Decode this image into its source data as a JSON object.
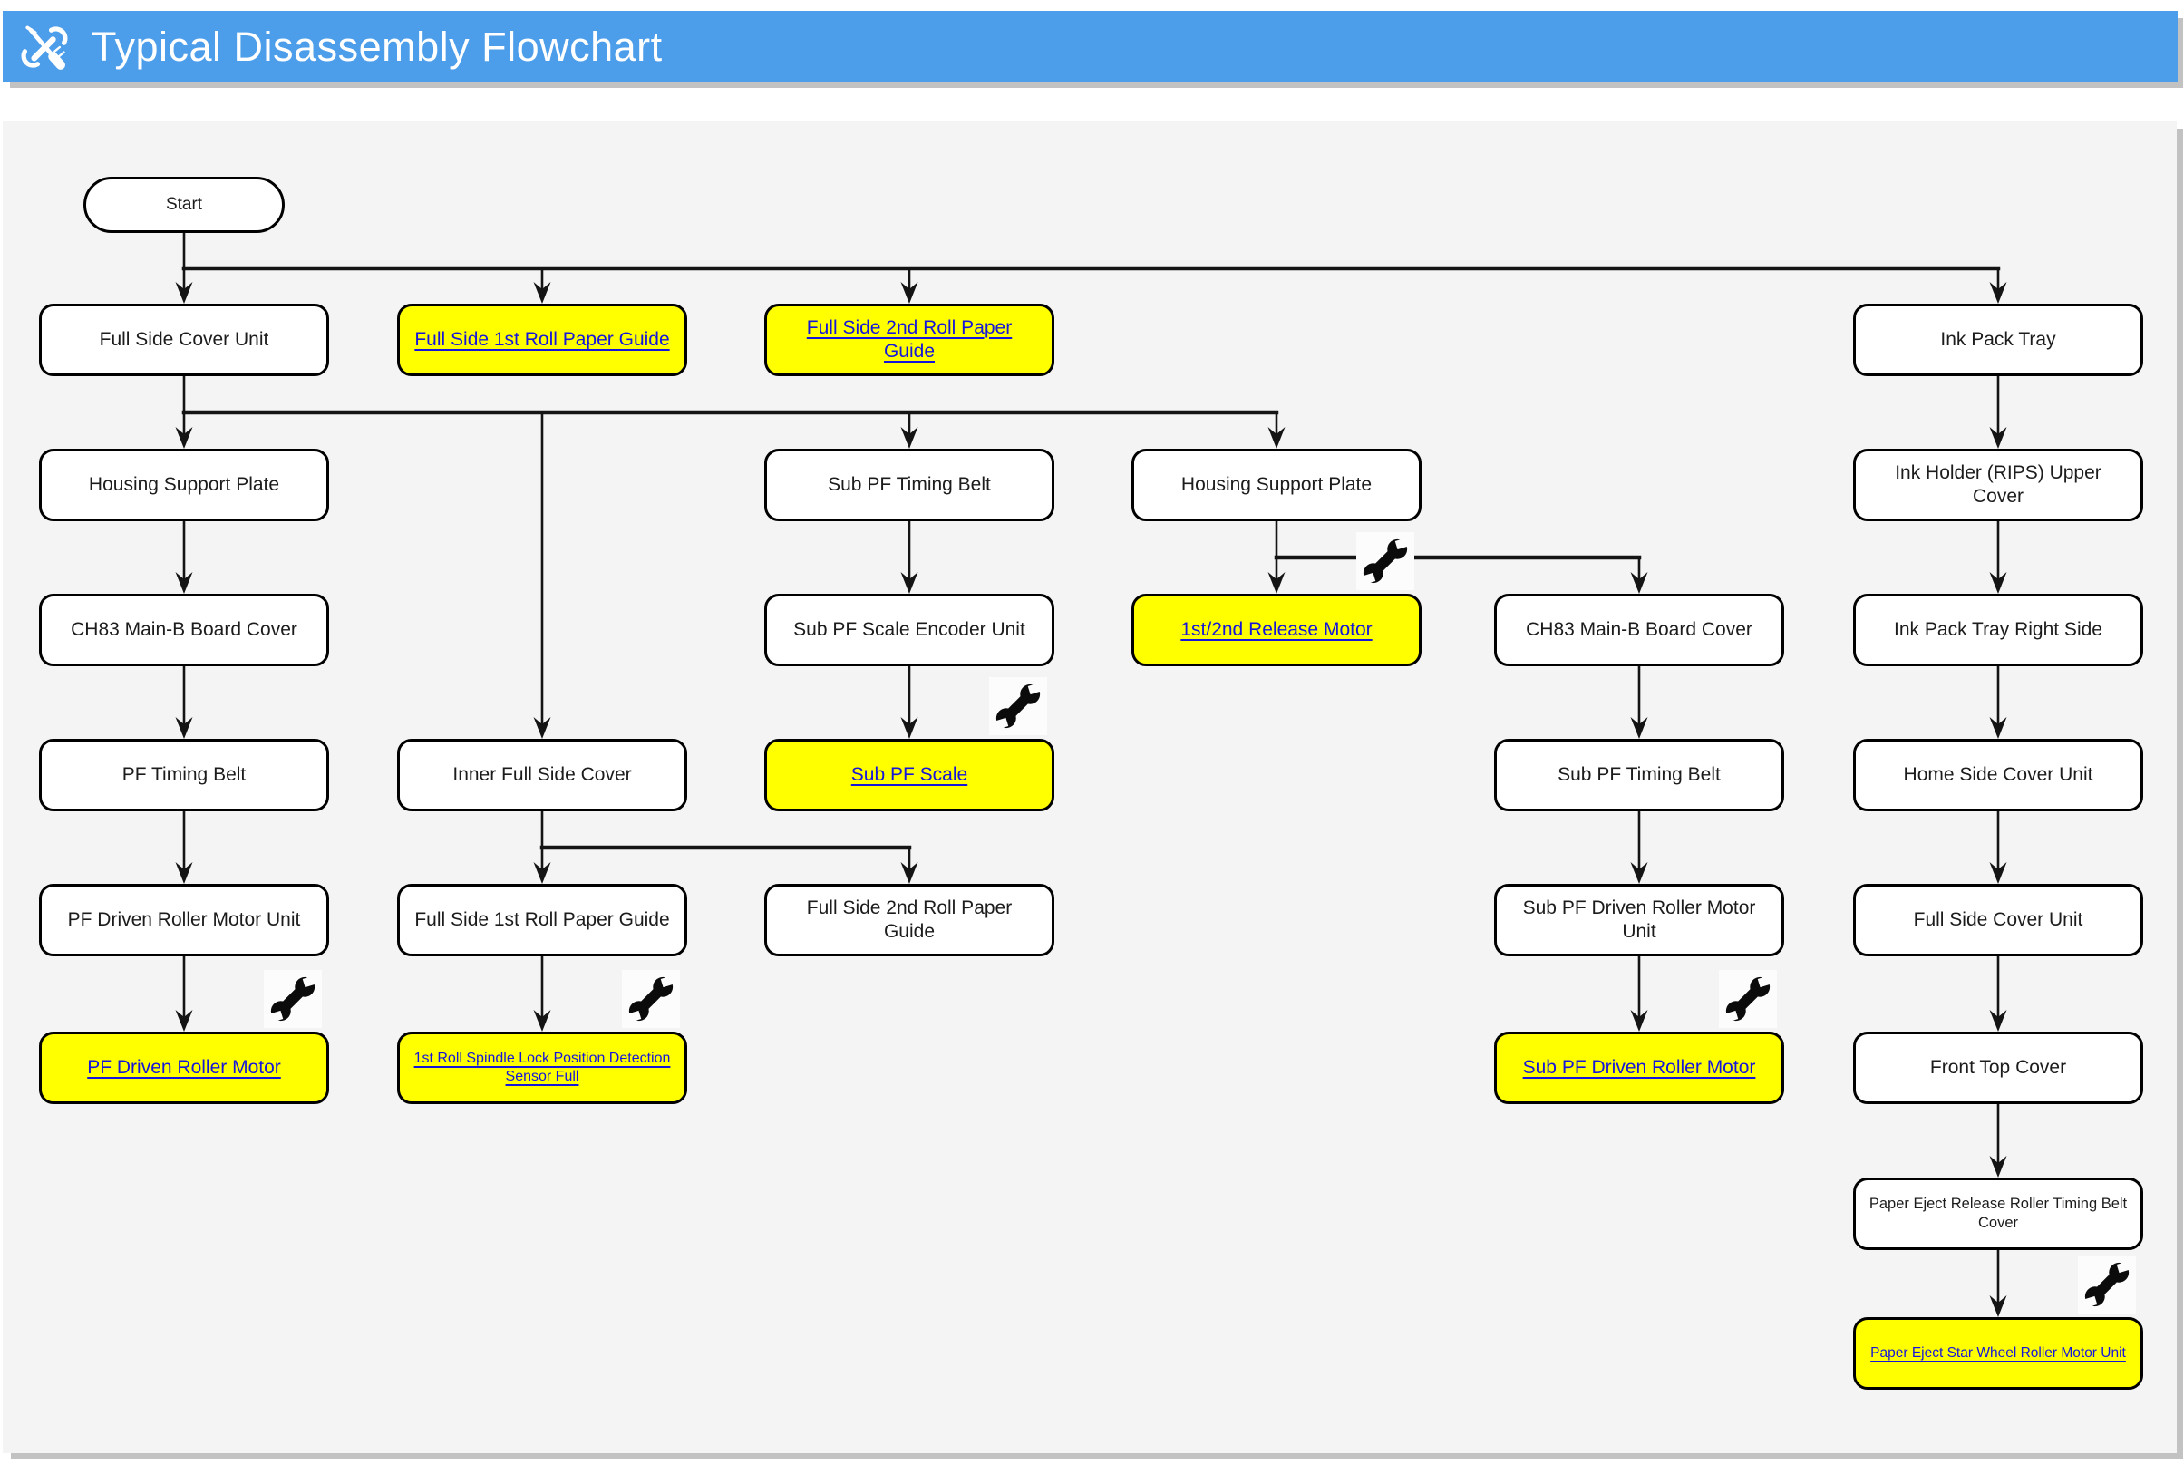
{
  "header": {
    "title": "Typical Disassembly Flowchart",
    "icon": "tools-icon"
  },
  "colors": {
    "header_bg": "#4d9eea",
    "canvas_bg": "#f5f4f4",
    "node_bg": "#ffffff",
    "highlight_bg": "#ffff00",
    "link_text": "#1616db",
    "node_border": "#000000",
    "line": "#141414",
    "shadow": "#c2c2c2"
  },
  "flowchart": {
    "nodes": [
      {
        "id": "start",
        "label": "Start",
        "col": "c1",
        "row": "start",
        "style": "start"
      },
      {
        "id": "full-side-cover-unit",
        "label": "Full Side Cover Unit",
        "col": "c1",
        "row": "r1",
        "style": "normal"
      },
      {
        "id": "full-side-1st-roll-paper-guide-link",
        "label": "Full Side 1st Roll Paper Guide",
        "col": "c2",
        "row": "r1",
        "style": "highlight"
      },
      {
        "id": "full-side-2nd-roll-paper-guide-link",
        "label": "Full Side 2nd Roll Paper Guide",
        "col": "c3",
        "row": "r1",
        "style": "highlight"
      },
      {
        "id": "ink-pack-tray",
        "label": "Ink Pack Tray",
        "col": "c5",
        "row": "r1",
        "style": "normal"
      },
      {
        "id": "housing-support-plate-1",
        "label": "Housing Support Plate",
        "col": "c1",
        "row": "r2",
        "style": "normal"
      },
      {
        "id": "sub-pf-timing-belt-1",
        "label": "Sub PF Timing Belt",
        "col": "c3",
        "row": "r2",
        "style": "normal"
      },
      {
        "id": "housing-support-plate-2",
        "label": "Housing Support Plate",
        "col": "c4",
        "row": "r2",
        "style": "normal"
      },
      {
        "id": "ink-holder-rips-upper-cover",
        "label": "Ink Holder (RIPS) Upper Cover",
        "col": "c5",
        "row": "r2",
        "style": "normal"
      },
      {
        "id": "ch83-main-b-board-cover-1",
        "label": "CH83 Main-B Board Cover",
        "col": "c1",
        "row": "r3",
        "style": "normal"
      },
      {
        "id": "sub-pf-scale-encoder-unit",
        "label": "Sub PF Scale Encoder Unit",
        "col": "c3",
        "row": "r3",
        "style": "normal"
      },
      {
        "id": "1st-2nd-release-motor",
        "label": "1st/2nd Release Motor",
        "col": "c4",
        "row": "r3",
        "style": "highlight",
        "wrench": true
      },
      {
        "id": "ch83-main-b-board-cover-2",
        "label": "CH83 Main-B Board Cover",
        "col": "c4b",
        "row": "r3",
        "style": "normal"
      },
      {
        "id": "ink-pack-tray-right-side",
        "label": "Ink Pack Tray Right Side",
        "col": "c5",
        "row": "r3",
        "style": "normal"
      },
      {
        "id": "pf-timing-belt",
        "label": "PF Timing Belt",
        "col": "c1",
        "row": "r4",
        "style": "normal"
      },
      {
        "id": "inner-full-side-cover",
        "label": "Inner Full Side Cover",
        "col": "c2",
        "row": "r4",
        "style": "normal"
      },
      {
        "id": "sub-pf-scale",
        "label": "Sub PF Scale",
        "col": "c3",
        "row": "r4",
        "style": "highlight",
        "wrench": true
      },
      {
        "id": "sub-pf-timing-belt-2",
        "label": "Sub PF Timing Belt",
        "col": "c4b",
        "row": "r4",
        "style": "normal"
      },
      {
        "id": "home-side-cover-unit",
        "label": "Home Side Cover Unit",
        "col": "c5",
        "row": "r4",
        "style": "normal"
      },
      {
        "id": "pf-driven-roller-motor-unit",
        "label": "PF Driven Roller Motor Unit",
        "col": "c1",
        "row": "r5",
        "style": "normal"
      },
      {
        "id": "full-side-1st-roll-paper-guide",
        "label": "Full Side 1st Roll Paper Guide",
        "col": "c2",
        "row": "r5",
        "style": "normal"
      },
      {
        "id": "full-side-2nd-roll-paper-guide",
        "label": "Full Side 2nd Roll Paper Guide",
        "col": "c3",
        "row": "r5",
        "style": "normal"
      },
      {
        "id": "sub-pf-driven-roller-motor-unit",
        "label": "Sub PF Driven Roller Motor Unit",
        "col": "c4b",
        "row": "r5",
        "style": "normal"
      },
      {
        "id": "full-side-cover-unit-2",
        "label": "Full Side Cover Unit",
        "col": "c5",
        "row": "r5",
        "style": "normal"
      },
      {
        "id": "pf-driven-roller-motor",
        "label": "PF Driven Roller Motor",
        "col": "c1",
        "row": "r6",
        "style": "highlight",
        "wrench": true
      },
      {
        "id": "1st-roll-spindle-lock-position-detection-sensor-full",
        "label": "1st Roll Spindle Lock Position Detection\nSensor Full",
        "col": "c2",
        "row": "r6",
        "style": "highlight",
        "wrench": true,
        "font": 16
      },
      {
        "id": "sub-pf-driven-roller-motor",
        "label": "Sub PF Driven Roller Motor",
        "col": "c4b",
        "row": "r6",
        "style": "highlight",
        "wrench": true
      },
      {
        "id": "front-top-cover",
        "label": "Front Top Cover",
        "col": "c5",
        "row": "r6",
        "style": "normal"
      },
      {
        "id": "paper-eject-release-roller-timing-belt-cover",
        "label": "Paper Eject Release Roller Timing Belt\nCover",
        "col": "c5",
        "row": "r7",
        "style": "normal",
        "font": 16.5
      },
      {
        "id": "paper-eject-star-wheel-roller-motor-unit",
        "label": "Paper Eject Star Wheel Roller Motor Unit",
        "col": "c5",
        "row": "r8",
        "style": "highlight",
        "wrench": true,
        "font": 15.5,
        "nowrap": true
      }
    ],
    "edges": [
      [
        "housing-support-plate-1",
        "ch83-main-b-board-cover-1"
      ],
      [
        "ch83-main-b-board-cover-1",
        "pf-timing-belt"
      ],
      [
        "pf-timing-belt",
        "pf-driven-roller-motor-unit"
      ],
      [
        "pf-driven-roller-motor-unit",
        "pf-driven-roller-motor"
      ],
      [
        "sub-pf-timing-belt-1",
        "sub-pf-scale-encoder-unit"
      ],
      [
        "sub-pf-scale-encoder-unit",
        "sub-pf-scale"
      ],
      [
        "ch83-main-b-board-cover-2",
        "sub-pf-timing-belt-2"
      ],
      [
        "sub-pf-timing-belt-2",
        "sub-pf-driven-roller-motor-unit"
      ],
      [
        "sub-pf-driven-roller-motor-unit",
        "sub-pf-driven-roller-motor"
      ],
      [
        "full-side-1st-roll-paper-guide",
        "1st-roll-spindle-lock-position-detection-sensor-full"
      ],
      [
        "ink-pack-tray",
        "ink-holder-rips-upper-cover"
      ],
      [
        "ink-holder-rips-upper-cover",
        "ink-pack-tray-right-side"
      ],
      [
        "ink-pack-tray-right-side",
        "home-side-cover-unit"
      ],
      [
        "home-side-cover-unit",
        "full-side-cover-unit-2"
      ],
      [
        "full-side-cover-unit-2",
        "front-top-cover"
      ],
      [
        "front-top-cover",
        "paper-eject-release-roller-timing-belt-cover"
      ],
      [
        "paper-eject-release-roller-timing-belt-cover",
        "paper-eject-star-wheel-roller-motor-unit"
      ]
    ],
    "fans": [
      {
        "from": "start",
        "targets": [
          "full-side-cover-unit",
          "full-side-1st-roll-paper-guide-link",
          "full-side-2nd-roll-paper-guide-link",
          "ink-pack-tray"
        ]
      },
      {
        "from": "full-side-cover-unit",
        "targets": [
          "housing-support-plate-1",
          "inner-full-side-cover",
          "sub-pf-timing-belt-1",
          "housing-support-plate-2"
        ]
      },
      {
        "from": "housing-support-plate-2",
        "targets": [
          "1st-2nd-release-motor",
          "ch83-main-b-board-cover-2"
        ]
      },
      {
        "from": "inner-full-side-cover",
        "targets": [
          "full-side-1st-roll-paper-guide",
          "full-side-2nd-roll-paper-guide"
        ]
      }
    ]
  }
}
